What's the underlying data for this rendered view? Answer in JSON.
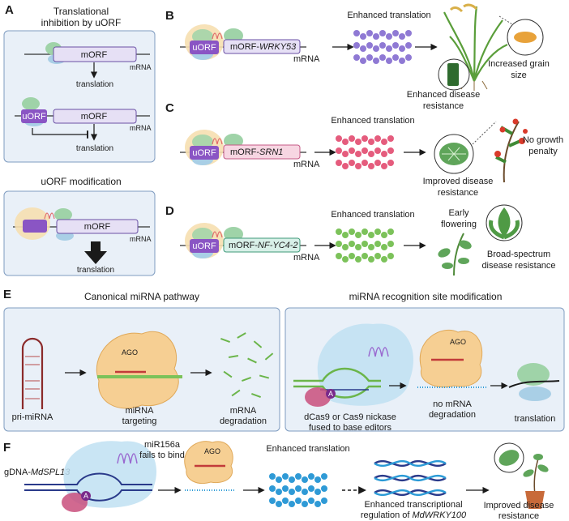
{
  "panel_letters": {
    "a": "A",
    "b": "B",
    "c": "C",
    "d": "D",
    "e": "E",
    "f": "F"
  },
  "panel_a": {
    "title_line1": "Translational",
    "title_line2": "inhibition by uORF",
    "morf": "mORF",
    "uorf": "uORF",
    "mrna": "mRNA",
    "translation": "translation",
    "mod_title": "uORF modification"
  },
  "panel_b": {
    "uorf": "uORF",
    "orf_prefix": "mORF-",
    "orf_gene": "WRKY53",
    "mrna": "mRNA",
    "enhanced": "Enhanced translation",
    "grain_line1": "Increased grain",
    "grain_line2": "size",
    "disease_line1": "Enhanced disease",
    "disease_line2": "resistance"
  },
  "panel_c": {
    "uorf": "uORF",
    "orf_prefix": "mORF-",
    "orf_gene": "SRN1",
    "mrna": "mRNA",
    "enhanced": "Enhanced translation",
    "disease_line1": "Improved disease",
    "disease_line2": "resistance",
    "growth_line1": "No growth",
    "growth_line2": "penalty"
  },
  "panel_d": {
    "uorf": "uORF",
    "orf_prefix": "mORF-",
    "orf_gene": "NF-YC4-2",
    "mrna": "mRNA",
    "enhanced": "Enhanced translation",
    "early_line1": "Early",
    "early_line2": "flowering",
    "broad_line1": "Broad-spectrum",
    "broad_line2": "disease resistance"
  },
  "panel_e": {
    "canonical_title": "Canonical miRNA pathway",
    "mod_title": "miRNA recognition site modification",
    "pri": "pri-miRNA",
    "ago": "AGO",
    "targeting_line1": "miRNA",
    "targeting_line2": "targeting",
    "degradation_line1": "mRNA",
    "degradation_line2": "degradation",
    "dcas_line1": "dCas9 or Cas9 nickase",
    "dcas_line2": "fused to base editors",
    "editor_letter": "A",
    "nodeg_line1": "no mRNA",
    "nodeg_line2": "degradation",
    "translation": "translation"
  },
  "panel_f": {
    "gdna_prefix": "gDNA-",
    "gdna_gene": "MdSPL13",
    "editor_letter": "A",
    "mir_line1": "miR156a",
    "mir_line2": "fails to bind",
    "ago": "AGO",
    "enhanced": "Enhanced translation",
    "reg_line1": "Enhanced transcriptional",
    "reg_line2_prefix": "regulation of ",
    "reg_gene": "MdWRKY100",
    "improved_line1": "Improved disease",
    "improved_line2": "resistance"
  },
  "colors": {
    "panel_bg": "#e9f0f8",
    "panel_border": "#7f9cc0",
    "uorf_fill": "#8a55c4",
    "morf_fill": "#e6e0f5",
    "ribosome_green": "#9fd3a8",
    "ribosome_blue": "#a9cfe6",
    "cas_blob": "#f6dfb0",
    "chain_b": "#8f79d4",
    "chain_c": "#e55c7d",
    "chain_d": "#7cc25a",
    "chain_f": "#2f9ad6",
    "ago_fill": "#f6cf93",
    "dcas_fill": "#bfe0f2",
    "editor_fill": "#c94f7d"
  }
}
